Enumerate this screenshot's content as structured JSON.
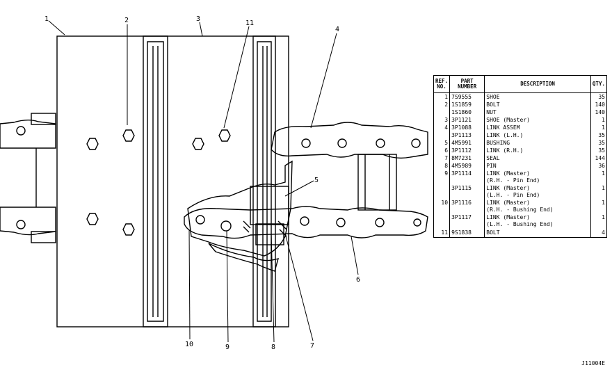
{
  "callouts": [
    "1",
    "2",
    "3",
    "11",
    "4",
    "5",
    "6",
    "7",
    "8",
    "9",
    "10"
  ],
  "table": {
    "headers": {
      "ref": "REF. NO.",
      "part": "PART NUMBER",
      "description": "DESCRIPTION",
      "qty": "QTY."
    },
    "rows": [
      {
        "ref": "1",
        "part": "7S9555",
        "desc": "SHOE",
        "qty": "35"
      },
      {
        "ref": "2",
        "part": "1S1859",
        "desc": "BOLT",
        "qty": "140"
      },
      {
        "ref": "",
        "part": "1S1860",
        "desc": "NUT",
        "qty": "140"
      },
      {
        "ref": "3",
        "part": "3P1121",
        "desc": "SHOE (Master)",
        "qty": "1"
      },
      {
        "ref": "4",
        "part": "3P1088",
        "desc": "LINK ASSEM",
        "qty": "1"
      },
      {
        "ref": "",
        "part": "3P1113",
        "desc": "LINK (L.H.)",
        "qty": "35"
      },
      {
        "ref": "5",
        "part": "4M5991",
        "desc": "BUSHING",
        "qty": "35"
      },
      {
        "ref": "6",
        "part": "3P1112",
        "desc": "LINK (R.H.)",
        "qty": "35"
      },
      {
        "ref": "7",
        "part": "8M7231",
        "desc": "SEAL",
        "qty": "144"
      },
      {
        "ref": "8",
        "part": "4M5989",
        "desc": "PIN",
        "qty": "36"
      },
      {
        "ref": "9",
        "part": "3P1114",
        "desc": "LINK (Master)",
        "qty": "1"
      },
      {
        "ref": "",
        "part": "",
        "desc": "(R.H. - Pin End)",
        "qty": ""
      },
      {
        "ref": "",
        "part": "3P1115",
        "desc": "LINK (Master)",
        "qty": "1"
      },
      {
        "ref": "",
        "part": "",
        "desc": "(L.H. - Pin End)",
        "qty": ""
      },
      {
        "ref": "10",
        "part": "3P1116",
        "desc": "LINK (Master)",
        "qty": "1"
      },
      {
        "ref": "",
        "part": "",
        "desc": "(R.H. - Bushing End)",
        "qty": ""
      },
      {
        "ref": "",
        "part": "3P1117",
        "desc": "LINK (Master)",
        "qty": "1"
      },
      {
        "ref": "",
        "part": "",
        "desc": "(L.H. - Bushing End)",
        "qty": ""
      },
      {
        "ref": "11",
        "part": "9S1838",
        "desc": "BOLT",
        "qty": "4"
      }
    ]
  },
  "sheet_code": "J11004E"
}
